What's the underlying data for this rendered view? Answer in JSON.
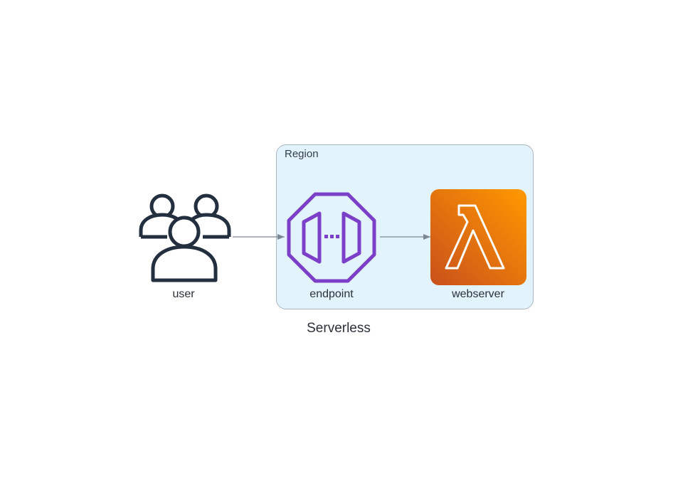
{
  "diagram": {
    "title": "Serverless",
    "cluster": {
      "label": "Region"
    },
    "nodes": [
      {
        "id": "user",
        "label": "user",
        "icon": "users-icon",
        "color": "#232f3e"
      },
      {
        "id": "endpoint",
        "label": "endpoint",
        "icon": "api-gateway-endpoint-icon",
        "color": "#7b3fc8"
      },
      {
        "id": "webserver",
        "label": "webserver",
        "icon": "lambda-icon",
        "color": "#e8750e"
      }
    ],
    "edges": [
      {
        "from": "user",
        "to": "endpoint"
      },
      {
        "from": "endpoint",
        "to": "webserver"
      }
    ],
    "colors": {
      "region_fill": "#e3f3fb",
      "edge": "#7b8894"
    }
  }
}
